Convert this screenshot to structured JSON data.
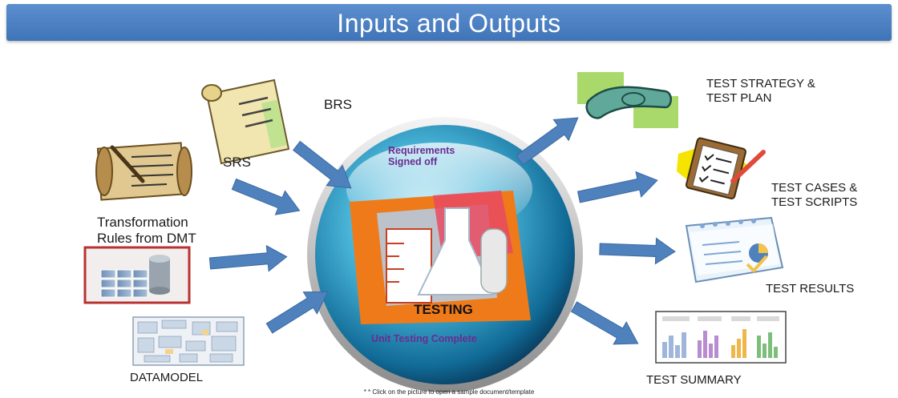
{
  "header": {
    "title": "Inputs and Outputs"
  },
  "inputs": {
    "brs": "BRS",
    "srs": "SRS",
    "transformation_line1": "Transformation",
    "transformation_line2": "Rules from DMT",
    "datamodel": "DATAMODEL"
  },
  "center": {
    "top_note_line1": "Requirements",
    "top_note_line2": "Signed off",
    "label": "TESTING",
    "bottom_note": "Unit Testing Complete"
  },
  "outputs": {
    "strategy_line1": "TEST STRATEGY &",
    "strategy_line2": "TEST PLAN",
    "cases_line1": "TEST CASES &",
    "cases_line2": "TEST SCRIPTS",
    "results": "TEST RESULTS",
    "summary": "TEST SUMMARY"
  },
  "footer": {
    "note": "* * Click on the picture to open a sample document/template"
  },
  "colors": {
    "banner": "#4a7fc1",
    "arrow": "#4f81bd",
    "note": "#6a2c91"
  }
}
